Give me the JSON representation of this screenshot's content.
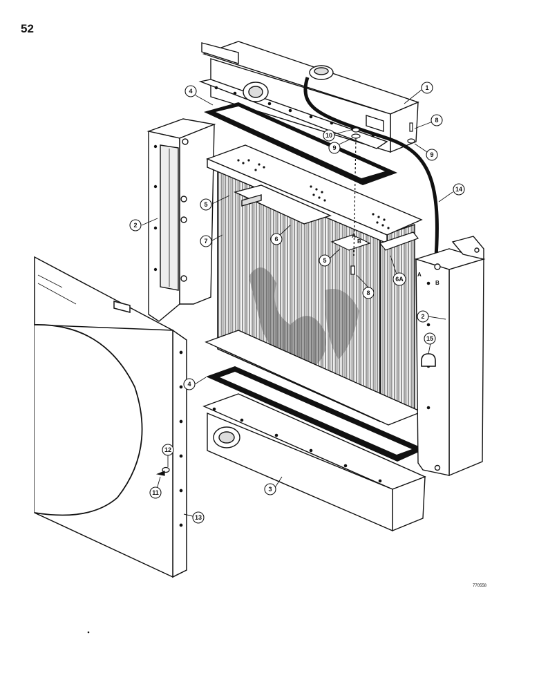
{
  "page": {
    "number": "52",
    "drawing_code": "770558"
  },
  "parts": {
    "top_tank": "1",
    "side_panel": "2",
    "bottom_tank": "3",
    "gasket": "4",
    "baffle": "5",
    "core_plate": "6",
    "baffle_6a": "6A",
    "radiator_core": "7",
    "bolt": "8",
    "washer": "9",
    "nut": "10",
    "screw": "11",
    "lock_washer": "12",
    "fan_shroud": "13",
    "overflow_tube": "14",
    "clip": "15"
  },
  "letters": {
    "a": "A",
    "b": "B"
  }
}
